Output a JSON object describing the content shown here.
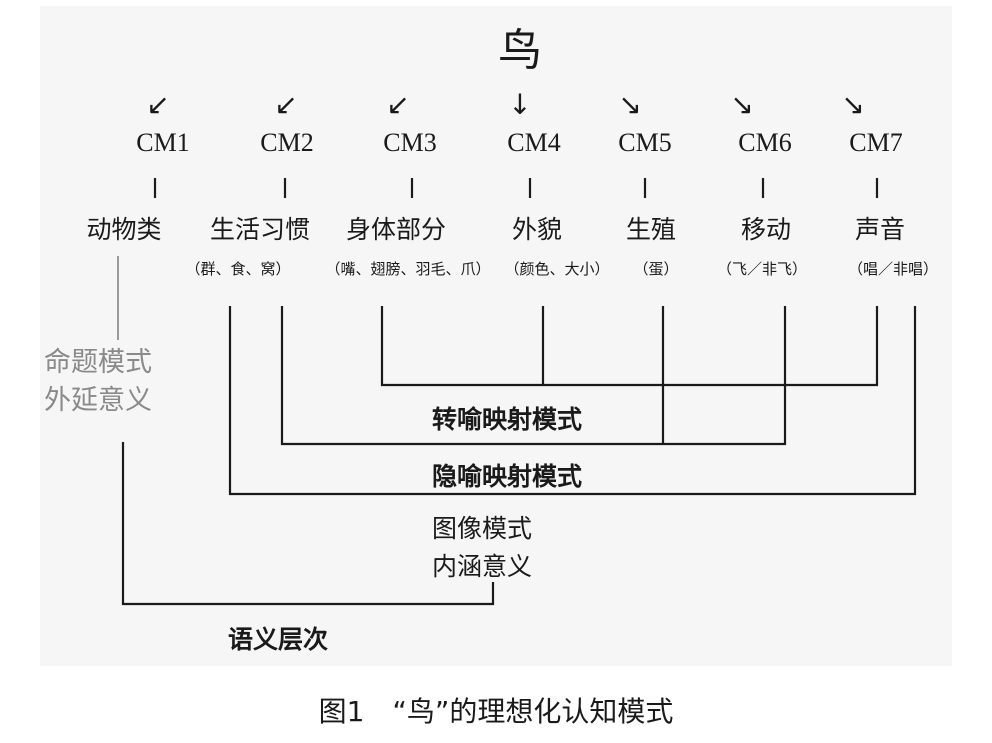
{
  "root": "鸟",
  "arrows": [
    "↙",
    "↙",
    "↙",
    "↓",
    "↘",
    "↘",
    "↘"
  ],
  "cms": [
    {
      "id": "CM1",
      "category": "动物类",
      "detail": ""
    },
    {
      "id": "CM2",
      "category": "生活习惯",
      "detail": "（群、食、窝）"
    },
    {
      "id": "CM3",
      "category": "身体部分",
      "detail": "（嘴、翅膀、羽毛、爪）"
    },
    {
      "id": "CM4",
      "category": "外貌",
      "detail": "（颜色、大小）"
    },
    {
      "id": "CM5",
      "category": "生殖",
      "detail": "（蛋）"
    },
    {
      "id": "CM6",
      "category": "移动",
      "detail": "（飞／非飞）"
    },
    {
      "id": "CM7",
      "category": "声音",
      "detail": "（唱／非唱）"
    }
  ],
  "propositional": {
    "line1": "命题模式",
    "line2": "外延意义"
  },
  "metonymy": "转喻映射模式",
  "metaphor": "隐喻映射模式",
  "image_schema": {
    "line1": "图像模式",
    "line2": "内涵意义"
  },
  "semantic_levels": "语义层次",
  "caption": "图1　“鸟”的理想化认知模式"
}
